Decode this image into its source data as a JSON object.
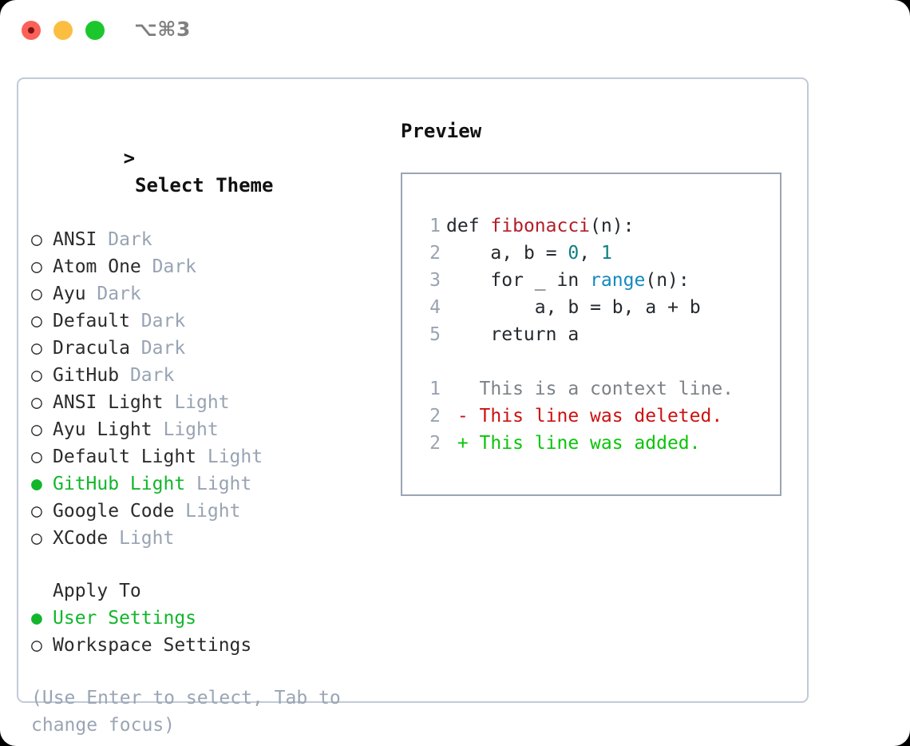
{
  "titlebar": {
    "shortcut": "⌥⌘3",
    "traffic_lights": [
      "close",
      "minimize",
      "maximize"
    ],
    "colors": {
      "close": "#fb6158",
      "minimize": "#fcbe40",
      "maximize": "#1cc72e"
    }
  },
  "theme_picker": {
    "header": "> Select Theme",
    "caret": ">",
    "header_label": "Select Theme",
    "selected_marker": "●",
    "unselected_marker": "○",
    "accent_color": "#12b62c",
    "tag_color": "#98a3b3",
    "themes": [
      {
        "marker": "○",
        "label": "ANSI",
        "tag": "Dark",
        "selected": false
      },
      {
        "marker": "○",
        "label": "Atom One",
        "tag": "Dark",
        "selected": false
      },
      {
        "marker": "○",
        "label": "Ayu",
        "tag": "Dark",
        "selected": false
      },
      {
        "marker": "○",
        "label": "Default",
        "tag": "Dark",
        "selected": false
      },
      {
        "marker": "○",
        "label": "Dracula",
        "tag": "Dark",
        "selected": false
      },
      {
        "marker": "○",
        "label": "GitHub",
        "tag": "Dark",
        "selected": false
      },
      {
        "marker": "○",
        "label": "ANSI Light",
        "tag": "Light",
        "selected": false
      },
      {
        "marker": "○",
        "label": "Ayu Light",
        "tag": "Light",
        "selected": false
      },
      {
        "marker": "○",
        "label": "Default Light",
        "tag": "Light",
        "selected": false
      },
      {
        "marker": "●",
        "label": "GitHub Light",
        "tag": "Light",
        "selected": true
      },
      {
        "marker": "○",
        "label": "Google Code",
        "tag": "Light",
        "selected": false
      },
      {
        "marker": "○",
        "label": "XCode",
        "tag": "Light",
        "selected": false
      }
    ]
  },
  "apply_to": {
    "header": "Apply To",
    "options": [
      {
        "marker": "●",
        "label": "User Settings",
        "selected": true
      },
      {
        "marker": "○",
        "label": "Workspace Settings",
        "selected": false
      }
    ]
  },
  "hint": "(Use Enter to select, Tab to change focus)",
  "preview": {
    "title": "Preview",
    "code_lines": [
      {
        "no": "1",
        "text": "def fibonacci(n):"
      },
      {
        "no": "2",
        "text": "    a, b = 0, 1"
      },
      {
        "no": "3",
        "text": "    for _ in range(n):"
      },
      {
        "no": "4",
        "text": "        a, b = b, a + b"
      },
      {
        "no": "5",
        "text": "    return a"
      }
    ],
    "diff_lines": [
      {
        "no": "1",
        "sign": " ",
        "text": "This is a context line.",
        "kind": "context"
      },
      {
        "no": "2",
        "sign": "-",
        "text": "This line was deleted.",
        "kind": "deleted"
      },
      {
        "no": "2",
        "sign": "+",
        "text": "This line was added.",
        "kind": "added"
      }
    ],
    "syntax_colors": {
      "keyword": "#24292e",
      "function": "#b31d28",
      "number": "#0c7f82",
      "builtin": "#1289c0",
      "line_number": "#99a3b1",
      "diff_context": "#7c8288",
      "diff_deleted": "#cc1111",
      "diff_added": "#0ac40a"
    }
  }
}
